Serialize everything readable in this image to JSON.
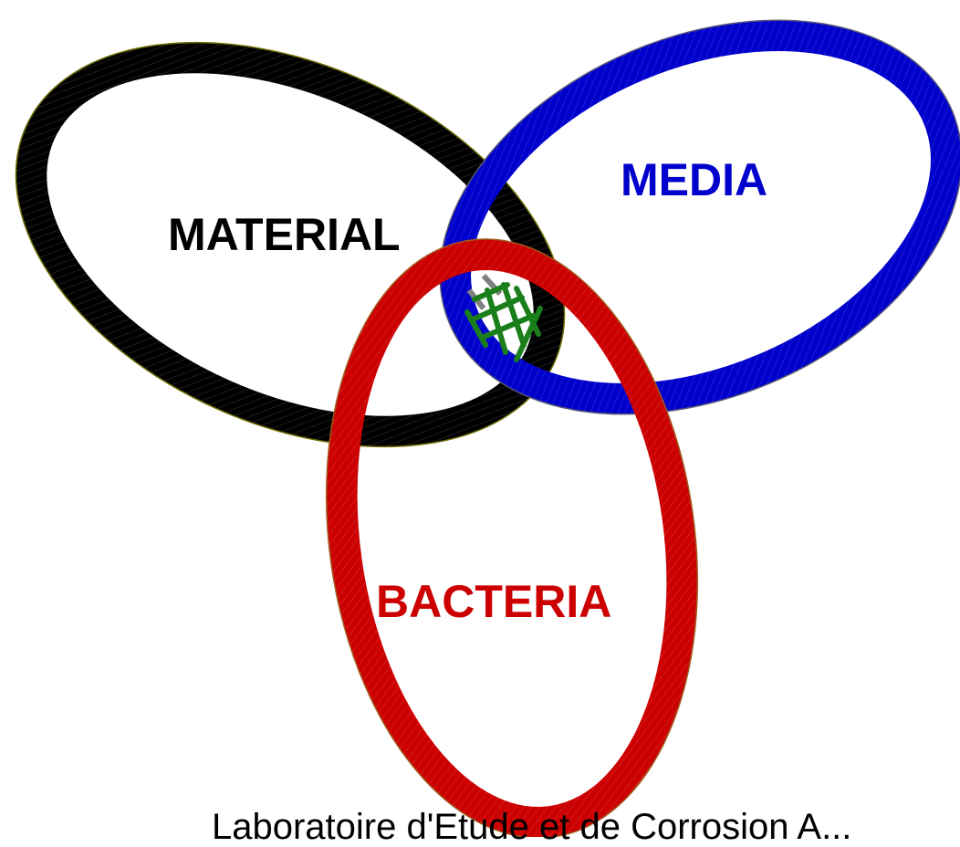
{
  "diagram": {
    "labels": {
      "material": "MATERIAL",
      "media": "MEDIA",
      "bacteria": "BACTERIA"
    },
    "caption": "Laboratoire d'Etude et de Corrosion A..."
  },
  "colors": {
    "material": "#000000",
    "media": "#0000cc",
    "bacteria": "#cc0000",
    "biofilm_mark": "#1a7f1a",
    "biofilm_mark_shadow": "#808080",
    "background": "#ffffff"
  },
  "icons": {
    "center_mark": "biofilm-grid-icon"
  }
}
